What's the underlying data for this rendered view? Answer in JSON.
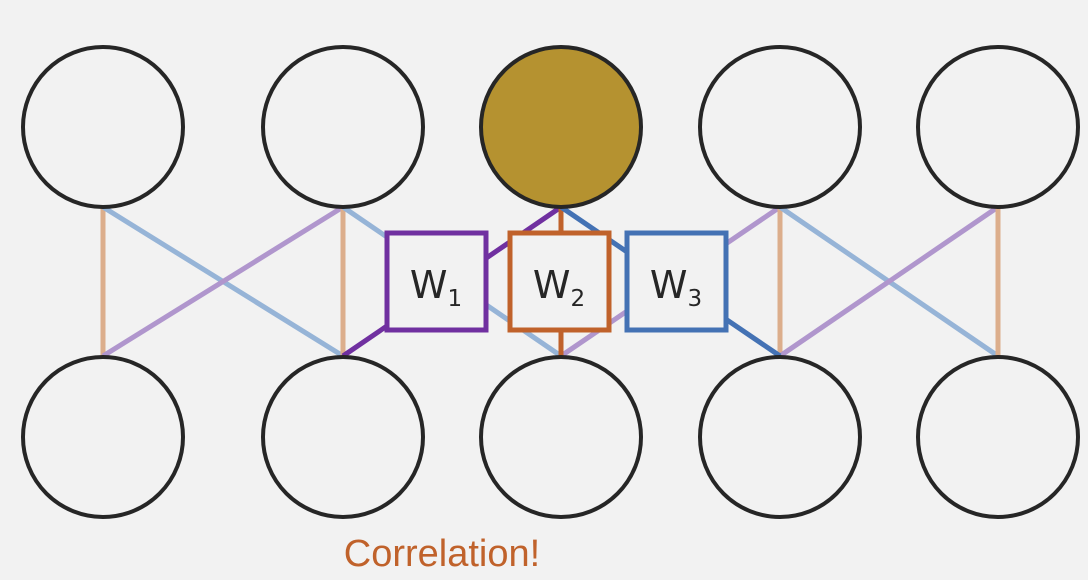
{
  "colors": {
    "background": "#f2f2f2",
    "node_stroke": "#262626",
    "highlight_node": "#b59230",
    "orange": "#c0622b",
    "orange_light": "#dcae8c",
    "purple": "#7030a0",
    "purple_light": "#b096cd",
    "blue": "#4472b4",
    "blue_light": "#96b4d7",
    "text": "#262626"
  },
  "weights": [
    {
      "letter": "W",
      "subscript": "1",
      "color": "purple"
    },
    {
      "letter": "W",
      "subscript": "2",
      "color": "orange"
    },
    {
      "letter": "W",
      "subscript": "3",
      "color": "blue"
    }
  ],
  "caption": "Correlation!",
  "nodes": {
    "top_count": 5,
    "bottom_count": 5,
    "highlighted_top_index": 2
  }
}
